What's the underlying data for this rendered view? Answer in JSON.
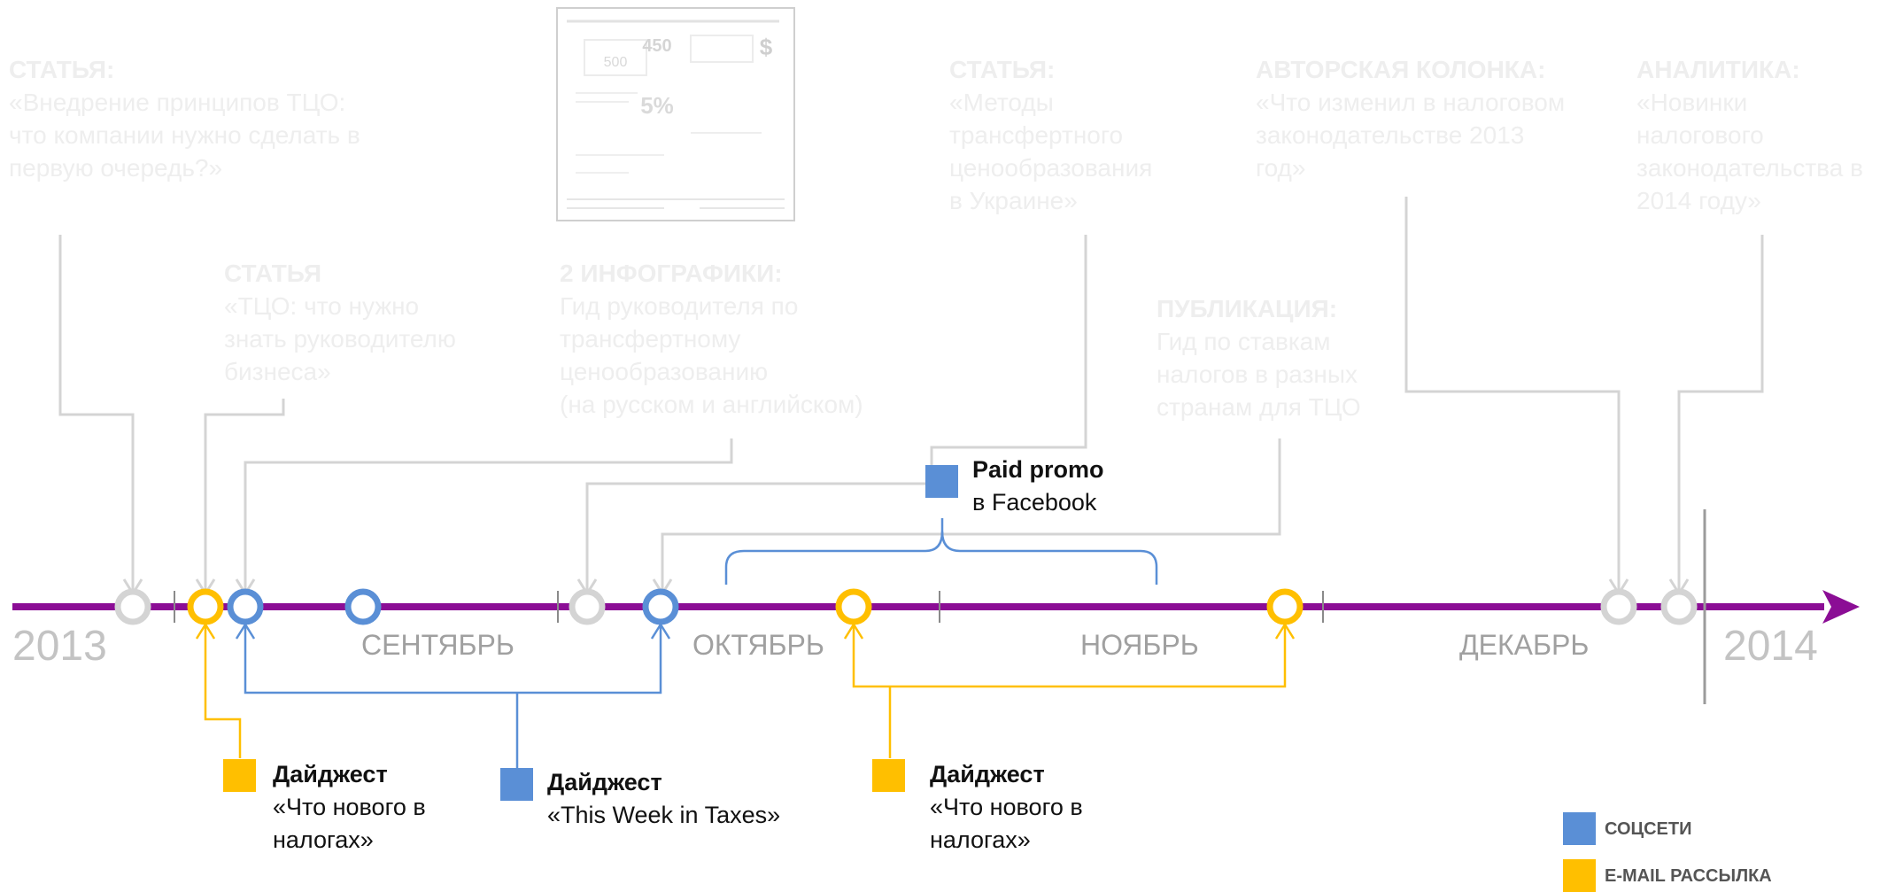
{
  "colors": {
    "timeline": "#8b0d95",
    "social": "#5a8fd6",
    "email": "#ffbf00",
    "connector_gray": "#d4d4d4",
    "faded_text": "#eeeeee"
  },
  "years": {
    "start": "2013",
    "end": "2014"
  },
  "months": [
    "СЕНТЯБРЬ",
    "ОКТЯБРЬ",
    "НОЯБРЬ",
    "ДЕКАБРЬ"
  ],
  "content_items": [
    {
      "heading": "СТАТЬЯ:",
      "body": "«Внедрение принципов ТЦО:\nчто компании нужно сделать в\nпервую очередь?»"
    },
    {
      "heading": "СТАТЬЯ",
      "body": "«ТЦО: что нужно\nзнать руководителю\nбизнеса»"
    },
    {
      "heading": "2 ИНФОГРАФИКИ:",
      "body": "Гид руководителя по\nтрансфертному\nценообразованию\n(на русском и английском)"
    },
    {
      "heading": "СТАТЬЯ:",
      "body": "«Методы\nтрансфертного\nценообразования\nв Украине»"
    },
    {
      "heading": "ПУБЛИКАЦИЯ:",
      "body": "Гид по ставкам\nналогов в разных\nстранам для ТЦО"
    },
    {
      "heading": "АВТОРСКАЯ КОЛОНКА:",
      "body": "«Что изменил в налоговом\nзаконодательстве 2013\nгод»"
    },
    {
      "heading": "АНАЛИТИКА:",
      "body": "«Новинки\nналогового\nзаконодательства в\n2014 году»"
    }
  ],
  "thumbnail": {
    "values": [
      "500",
      "450",
      "5%",
      "$"
    ]
  },
  "promo": {
    "title": "Paid promo",
    "subtitle": "в Facebook"
  },
  "digests": [
    {
      "title": "Дайджест",
      "body": "«Что нового в\nналогах»"
    },
    {
      "title": "Дайджест",
      "body": "«This Week in Taxes»"
    },
    {
      "title": "Дайджест",
      "body": "«Что нового в\nналогах»"
    }
  ],
  "legend": [
    {
      "label": "СОЦСЕТИ",
      "color": "#5a8fd6"
    },
    {
      "label": "E-MAIL РАССЫЛКА",
      "color": "#ffbf00"
    }
  ]
}
